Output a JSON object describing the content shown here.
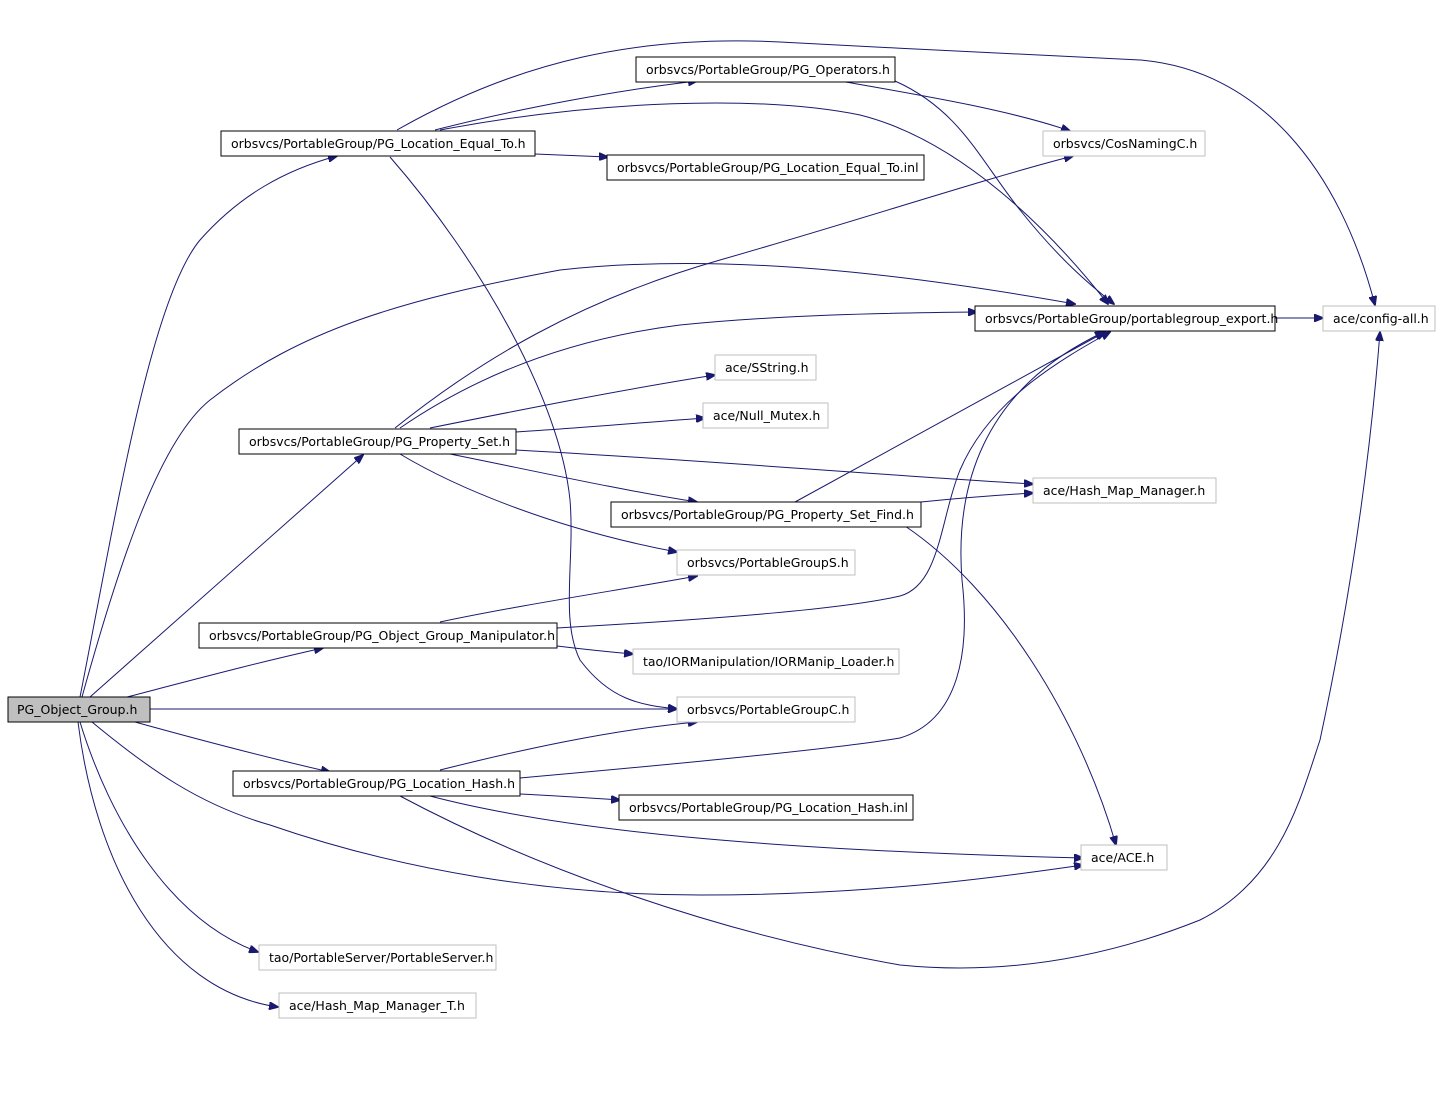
{
  "graph": {
    "colors": {
      "edge": "#191970",
      "root_fill": "#bfbfbf",
      "documented_border": "#000000",
      "external_border": "#bfbfbf"
    },
    "nodes": {
      "root": "PG_Object_Group.h",
      "pg_location_equal_to_h": "orbsvcs/PortableGroup/PG_Location_Equal_To.h",
      "pg_operators_h": "orbsvcs/PortableGroup/PG_Operators.h",
      "cos_naming_c_h": "orbsvcs/CosNamingC.h",
      "pg_location_equal_to_inl": "orbsvcs/PortableGroup/PG_Location_Equal_To.inl",
      "portablegroup_export_h": "orbsvcs/PortableGroup/portablegroup_export.h",
      "config_all_h": "ace/config-all.h",
      "sstring_h": "ace/SString.h",
      "null_mutex_h": "ace/Null_Mutex.h",
      "pg_property_set_h": "orbsvcs/PortableGroup/PG_Property_Set.h",
      "hash_map_manager_h": "ace/Hash_Map_Manager.h",
      "pg_property_set_find_h": "orbsvcs/PortableGroup/PG_Property_Set_Find.h",
      "portable_group_s_h": "orbsvcs/PortableGroupS.h",
      "pg_object_group_manipulator_h": "orbsvcs/PortableGroup/PG_Object_Group_Manipulator.h",
      "iormanip_loader_h": "tao/IORManipulation/IORManip_Loader.h",
      "portable_group_c_h": "orbsvcs/PortableGroupC.h",
      "pg_location_hash_h": "orbsvcs/PortableGroup/PG_Location_Hash.h",
      "pg_location_hash_inl": "orbsvcs/PortableGroup/PG_Location_Hash.inl",
      "ace_h": "ace/ACE.h",
      "portable_server_h": "tao/PortableServer/PortableServer.h",
      "hash_map_manager_t_h": "ace/Hash_Map_Manager_T.h"
    }
  }
}
